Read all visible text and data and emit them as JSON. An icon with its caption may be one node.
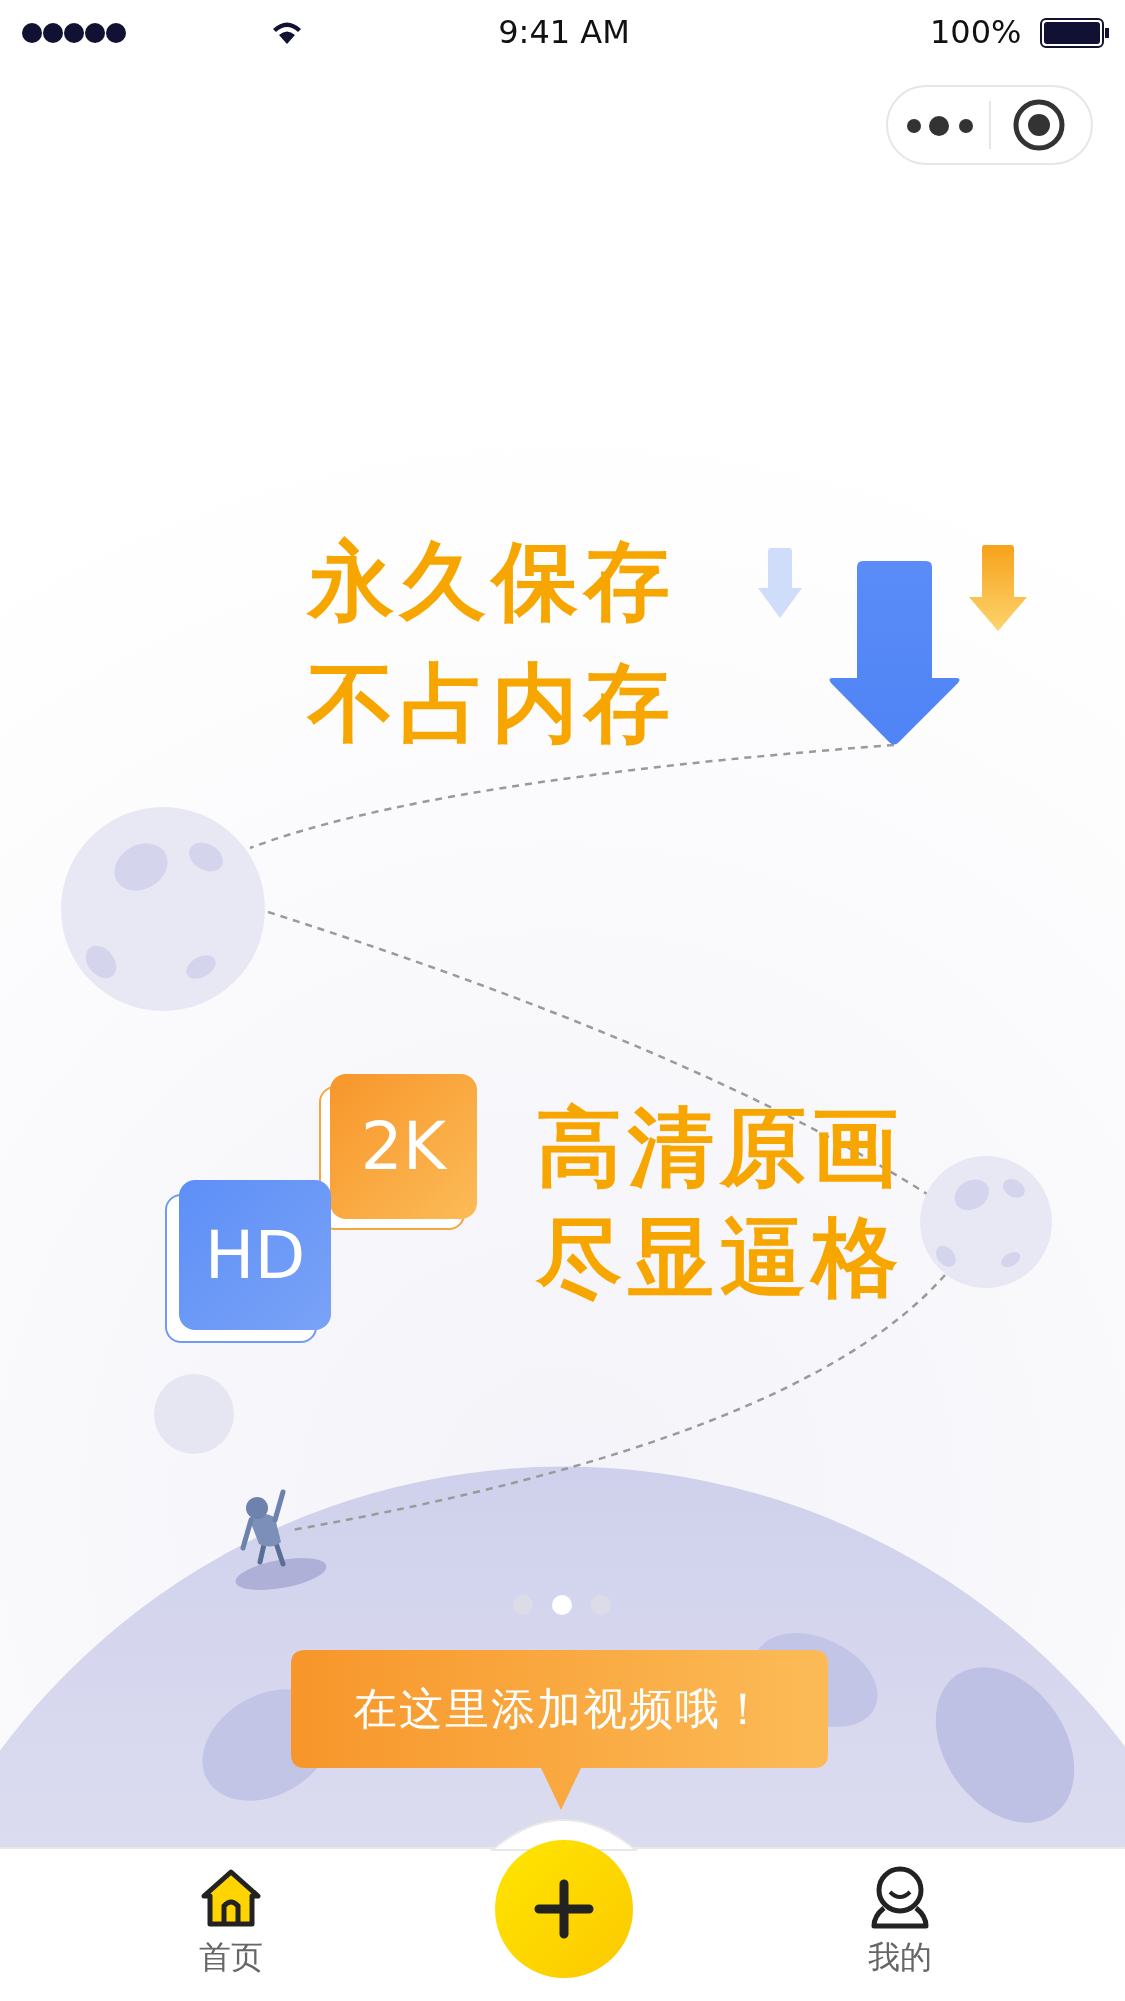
{
  "diagram": {
    "nodes": [
      {
        "text": [],
        "shape": "picture"
      },
      {
        "text": [],
        "shape": "circle"
      },
      {
        "text": [],
        "shape": "circle"
      },
      {
        "text": [],
        "shape": "person"
      }
    ],
    "edges": [
      {
        "from": 0,
        "to": 1,
        "arrow": "none",
        "style": "dashed"
      },
      {
        "from": 1,
        "to": 2,
        "arrow": "none",
        "style": "dashed"
      },
      {
        "from": 2,
        "to": 3,
        "arrow": "none",
        "style": "dashed"
      }
    ],
    "labels": [
      "9:41 AM",
      "100%",
      "永久保存",
      "不占内存",
      "2K",
      "HD",
      "高清原画",
      "尽显逼格",
      "在这里添加视频哦！",
      "首页",
      "我的"
    ]
  }
}
